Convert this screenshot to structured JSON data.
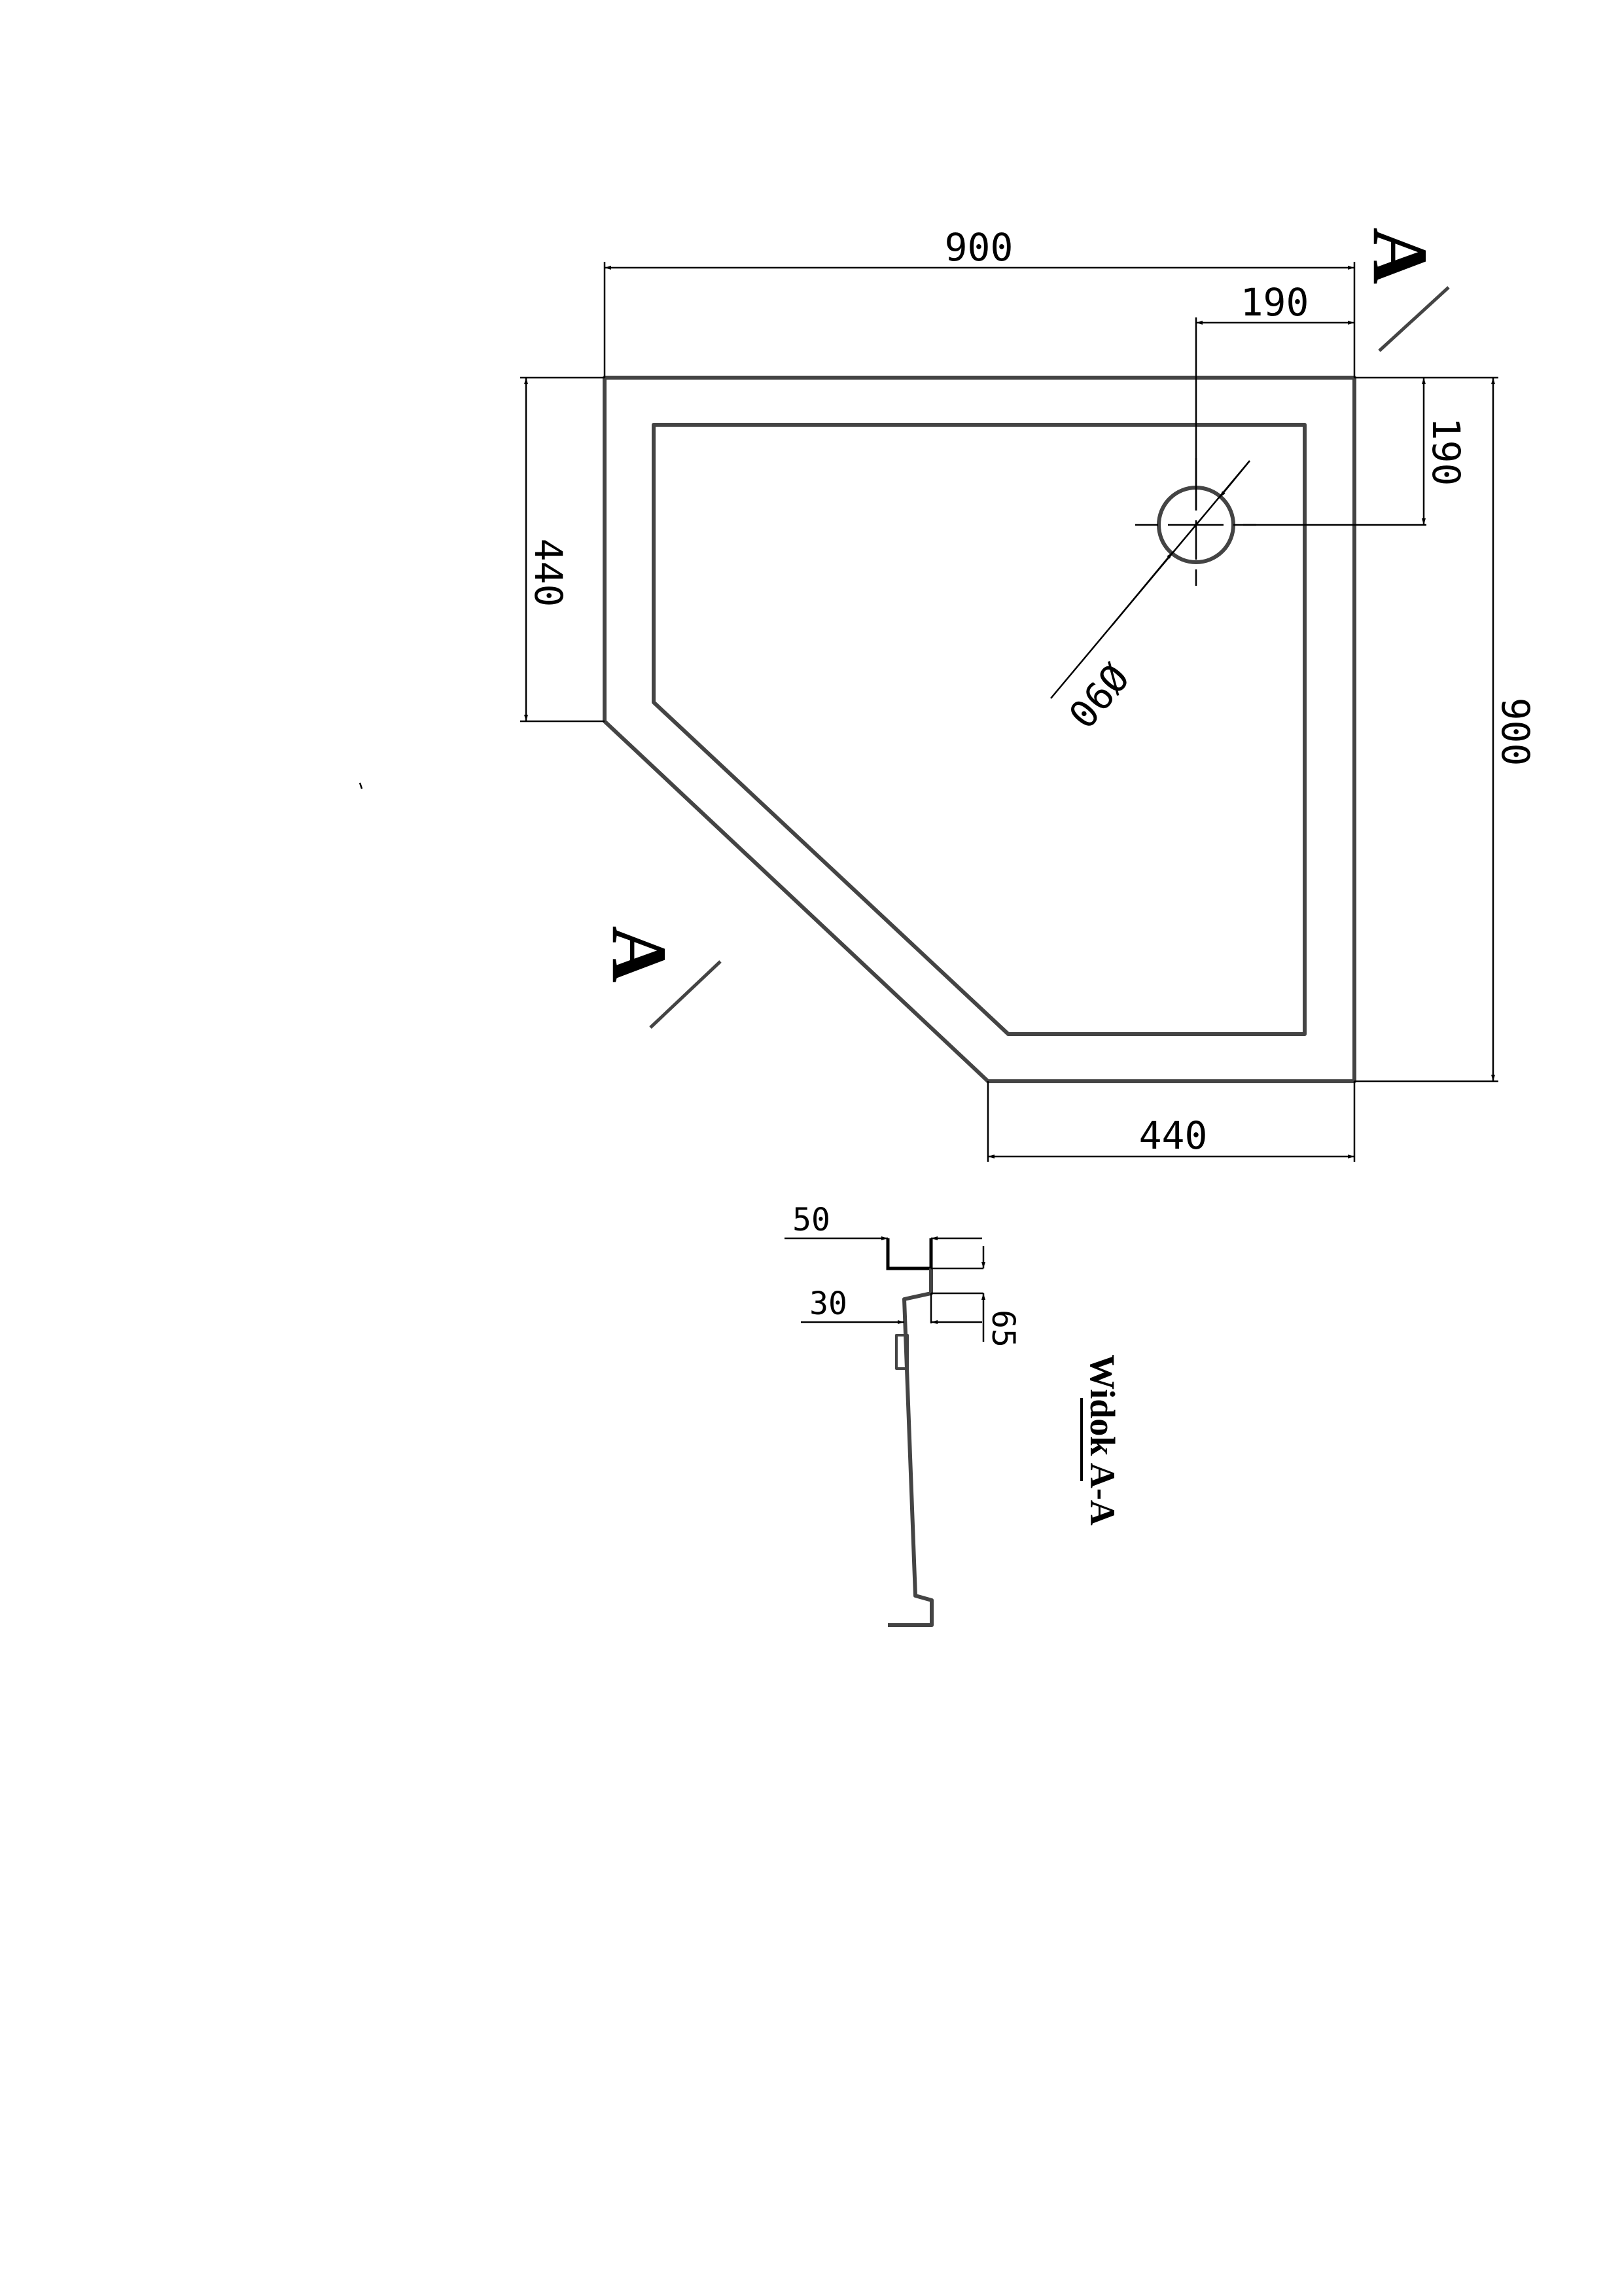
{
  "plan_view": {
    "width_top": "900",
    "drain_offset_x": "190",
    "drain_offset_y": "190",
    "height_right": "900",
    "width_bottom": "440",
    "height_left": "440",
    "drain_diameter": "Ø90",
    "section_mark_top": "A",
    "section_mark_bottom": "A"
  },
  "section_view": {
    "title": "Widok A-A",
    "rim_width": "50",
    "inner_offset": "30",
    "height": "65"
  },
  "colors": {
    "outline": "#444444",
    "dimension": "#000000"
  }
}
